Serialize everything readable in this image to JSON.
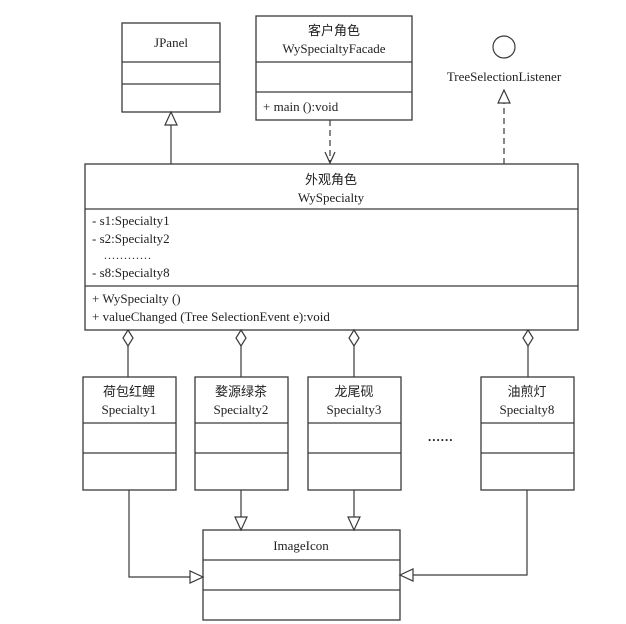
{
  "diagram": {
    "type": "UML class diagram",
    "classes": {
      "jpanel": {
        "name": "JPanel"
      },
      "facade": {
        "role": "客户角色",
        "name": "WySpecialtyFacade",
        "methods": [
          "+ main ():void"
        ]
      },
      "interface": {
        "name": "TreeSelectionListener"
      },
      "wyspecialty": {
        "role": "外观角色",
        "name": "WySpecialty",
        "attributes": [
          "- s1:Specialty1",
          "- s2:Specialty2",
          "............",
          "- s8:Specialty8"
        ],
        "methods": [
          "+ WySpecialty ()",
          "+ valueChanged (Tree SelectionEvent e):void"
        ]
      },
      "specialties": [
        {
          "role": "荷包红鲤",
          "name": "Specialty1"
        },
        {
          "role": "婺源绿茶",
          "name": "Specialty2"
        },
        {
          "role": "龙尾砚",
          "name": "Specialty3"
        },
        {
          "role": "油煎灯",
          "name": "Specialty8"
        }
      ],
      "ellipsis": "......",
      "imageicon": {
        "name": "ImageIcon"
      }
    },
    "relationships": [
      {
        "from": "WySpecialty",
        "to": "JPanel",
        "type": "generalization"
      },
      {
        "from": "WySpecialtyFacade",
        "to": "WySpecialty",
        "type": "dependency"
      },
      {
        "from": "WySpecialty",
        "to": "TreeSelectionListener",
        "type": "realization"
      },
      {
        "from": "WySpecialty",
        "to": "Specialty1",
        "type": "aggregation"
      },
      {
        "from": "WySpecialty",
        "to": "Specialty2",
        "type": "aggregation"
      },
      {
        "from": "WySpecialty",
        "to": "Specialty3",
        "type": "aggregation"
      },
      {
        "from": "WySpecialty",
        "to": "Specialty8",
        "type": "aggregation"
      },
      {
        "from": "Specialty1",
        "to": "ImageIcon",
        "type": "generalization"
      },
      {
        "from": "Specialty2",
        "to": "ImageIcon",
        "type": "generalization"
      },
      {
        "from": "Specialty3",
        "to": "ImageIcon",
        "type": "generalization"
      },
      {
        "from": "Specialty8",
        "to": "ImageIcon",
        "type": "generalization"
      }
    ]
  }
}
